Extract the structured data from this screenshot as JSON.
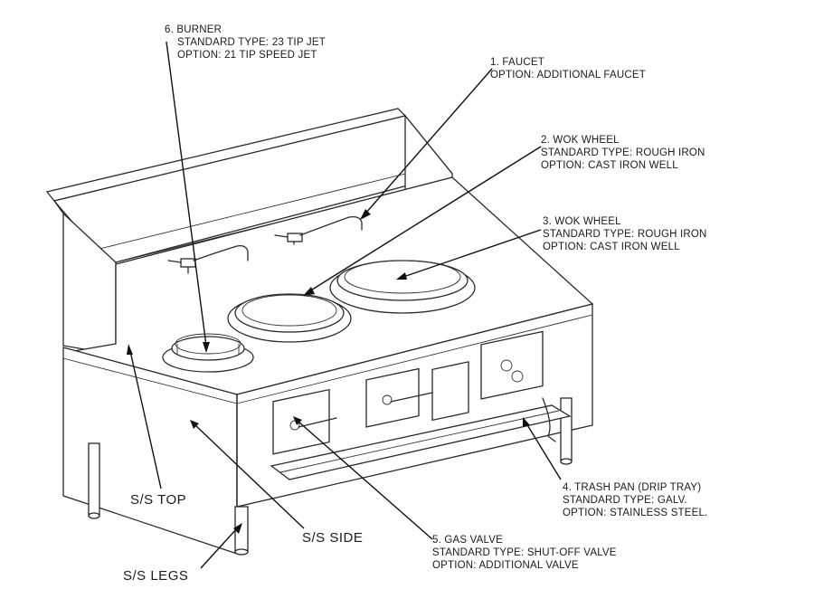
{
  "callouts": {
    "burner": {
      "title": "6. BURNER",
      "line1": "STANDARD TYPE: 23 TIP JET",
      "line2": "OPTION: 21 TIP SPEED JET"
    },
    "faucet": {
      "title": "1. FAUCET",
      "line1": "OPTION: ADDITIONAL FAUCET"
    },
    "wok_wheel_2": {
      "title": "2. WOK WHEEL",
      "line1": "STANDARD TYPE: ROUGH IRON",
      "line2": "OPTION: CAST IRON WELL"
    },
    "wok_wheel_3": {
      "title": "3. WOK WHEEL",
      "line1": "STANDARD TYPE: ROUGH IRON",
      "line2": "OPTION: CAST IRON WELL"
    },
    "trash_pan": {
      "title": "4. TRASH PAN (DRIP TRAY)",
      "line1": "STANDARD TYPE: GALV.",
      "line2": "OPTION: STAINLESS STEEL."
    },
    "gas_valve": {
      "title": "5. GAS VALVE",
      "line1": "STANDARD TYPE: SHUT-OFF VALVE",
      "line2": "OPTION: ADDITIONAL VALVE"
    }
  },
  "labels": {
    "ss_top": "S/S TOP",
    "ss_side": "S/S SIDE",
    "ss_legs": "S/S LEGS"
  }
}
